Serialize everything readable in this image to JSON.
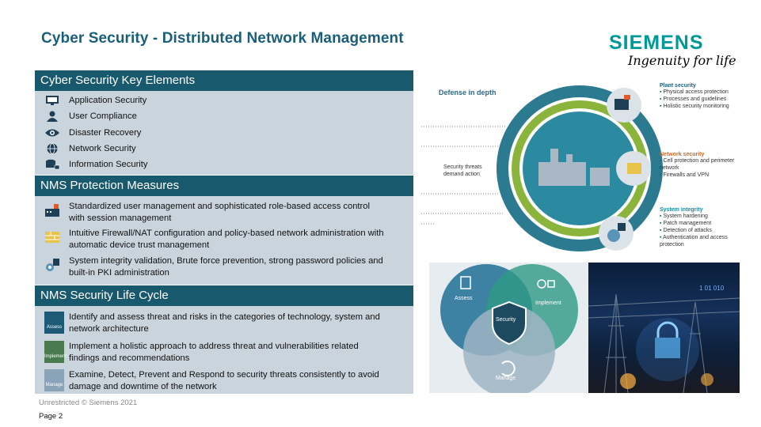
{
  "header": {
    "title": "Cyber Security - Distributed Network Management",
    "logo": "SIEMENS",
    "tagline": "Ingenuity for life"
  },
  "key_elements": {
    "heading": "Cyber Security Key Elements",
    "items": [
      {
        "label": "Application Security",
        "icon": "monitor-icon"
      },
      {
        "label": "User Compliance",
        "icon": "user-icon"
      },
      {
        "label": "Disaster Recovery",
        "icon": "eye-icon"
      },
      {
        "label": "Network Security",
        "icon": "globe-icon"
      },
      {
        "label": "Information Security",
        "icon": "database-lock-icon"
      }
    ]
  },
  "protection": {
    "heading": "NMS Protection Measures",
    "items": [
      {
        "line1": "Standardized user management and sophisticated role-based access control",
        "line2": "with session management"
      },
      {
        "line1": "Intuitive Firewall/NAT configuration and policy-based network administration with",
        "line2": "automatic device trust management"
      },
      {
        "line1": "System integrity validation, Brute force prevention, strong password policies and",
        "line2": "built-in PKI administration"
      }
    ]
  },
  "lifecycle": {
    "heading": "NMS Security Life Cycle",
    "items": [
      {
        "line1": "Identify and assess threat and risks in the categories of technology, system and",
        "line2": "network architecture",
        "icon_label": "Assess"
      },
      {
        "line1": "Implement a holistic approach to address threat and vulnerabilities related",
        "line2": "findings and recommendations",
        "icon_label": "Implement"
      },
      {
        "line1": "Examine, Detect, Prevent and Respond to security threats consistently to avoid",
        "line2": "damage and downtime of the network",
        "icon_label": "Manage"
      }
    ]
  },
  "defense": {
    "title": "Defense in depth",
    "threats": "Security threats demand action",
    "plant": {
      "title": "Plant security",
      "items": [
        "Physical access protection",
        "Processes and guidelines",
        "Holistic security monitoring"
      ]
    },
    "network": {
      "title": "Network security",
      "items": [
        "Cell protection and perimeter network",
        "Firewalls and VPN"
      ]
    },
    "system": {
      "title": "System integrity",
      "items": [
        "System hardening",
        "Patch management",
        "Detection of attacks",
        "Authentication and access protection"
      ]
    }
  },
  "venn": {
    "assess": "Assess",
    "implement": "Implement",
    "security": "Security",
    "manage": "Manage"
  },
  "photo": {
    "digits": "1 01 010"
  },
  "footer": {
    "classification": "Unrestricted © Siemens 2021",
    "page": "Page 2"
  },
  "colors": {
    "header_bg": "#19596d",
    "panel_bg": "#c9d4dd",
    "title": "#1a5f7a",
    "logo": "#009999",
    "ring_green": "#8ab43c"
  }
}
